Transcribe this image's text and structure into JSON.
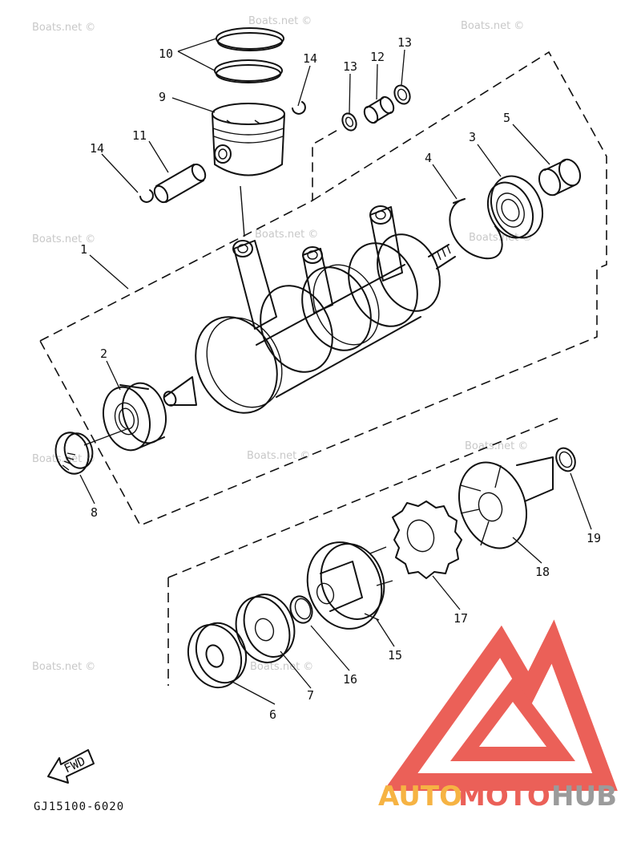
{
  "watermarks": [
    "Boats.net ©",
    "Boats.net ©",
    "Boats.net ©",
    "Boats.net ©",
    "Boats.net ©",
    "Boats.net ©",
    "Boats.net ©",
    "Boats.net ©",
    "Boats.net ©",
    "Boats.net ©",
    "Boats.net ©"
  ],
  "callouts": [
    "10",
    "14",
    "13",
    "12",
    "13",
    "9",
    "11",
    "14",
    "4",
    "3",
    "5",
    "1",
    "2",
    "8",
    "19",
    "18",
    "17",
    "15",
    "16",
    "7",
    "6"
  ],
  "fwd_label": "FWD",
  "diagram_code": "GJ15100-6020",
  "logo": {
    "word_part1": "AUTO",
    "word_part2": "MOTO",
    "word_part3": "HUB",
    "color_orange": "#f5a623",
    "color_red": "#e8453c",
    "color_gray": "#8a8a8a"
  }
}
